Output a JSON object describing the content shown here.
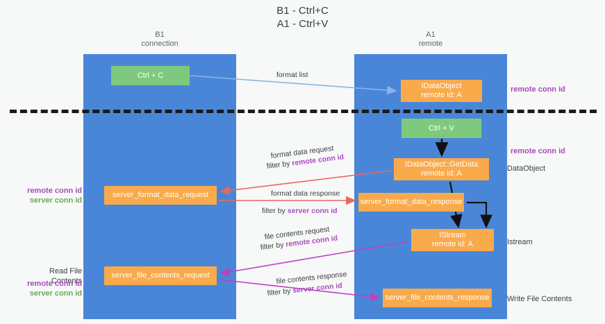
{
  "title": {
    "line1": "B1 - Ctrl+C",
    "line2": "A1 - Ctrl+V"
  },
  "lanes": [
    {
      "id": "b1",
      "name": "B1",
      "sub": "connection"
    },
    {
      "id": "a1",
      "name": "A1",
      "sub": "remote"
    }
  ],
  "nodes": {
    "ctrl_c": {
      "line1": "Ctrl + C",
      "line2": ""
    },
    "idataobject": {
      "line1": "IDataObject",
      "line2": "remote id: A"
    },
    "ctrl_v": {
      "line1": "Ctrl + V",
      "line2": ""
    },
    "getdata": {
      "line1": "IDataObject::GetData",
      "line2": "remote id: A"
    },
    "format_req": {
      "line1": "server_format_data_request",
      "line2": ""
    },
    "format_resp": {
      "line1": "server_format_data_response",
      "line2": ""
    },
    "istream": {
      "line1": "IStream",
      "line2": "remote id: A"
    },
    "file_req": {
      "line1": "server_file_contents_request",
      "line2": ""
    },
    "file_resp": {
      "line1": "server_file_contents_response",
      "line2": ""
    }
  },
  "edges": {
    "format_list": {
      "label": "format list"
    },
    "format_data_request": {
      "label": "format data request",
      "filter_prefix": "filter by ",
      "filter_key": "remote conn id"
    },
    "format_data_response": {
      "label": "format data response",
      "filter_prefix": "filter by ",
      "filter_key": "server conn id"
    },
    "file_contents_request": {
      "label": "file contents request",
      "filter_prefix": "filter by ",
      "filter_key": "remote conn id"
    },
    "file_contents_response": {
      "label": "file contents response",
      "filter_prefix": "filter by ",
      "filter_key": "server conn id"
    }
  },
  "annotations": {
    "right_top": "remote conn id",
    "right_mid": "remote conn id",
    "right_dataobject": "DataObject",
    "right_istream": "Istream",
    "right_write": "Write File Contents",
    "left_remote_conn": "remote conn id",
    "left_server_conn": "server conn id",
    "left_read": "Read File Contents",
    "left_remote_conn2": "remote conn id",
    "left_server_conn2": "server conn id"
  },
  "colors": {
    "lane_blue": "#4a86d8",
    "green_box": "#7fc97f",
    "orange_box": "#f9aa4b",
    "purple_text": "#a64dbd",
    "green_text": "#6aa84f",
    "arrow_blue": "#8ab4e8",
    "arrow_red": "#e8685d",
    "arrow_magenta": "#c040c0",
    "arrow_black": "#111111",
    "background": "#f7f8f8"
  }
}
